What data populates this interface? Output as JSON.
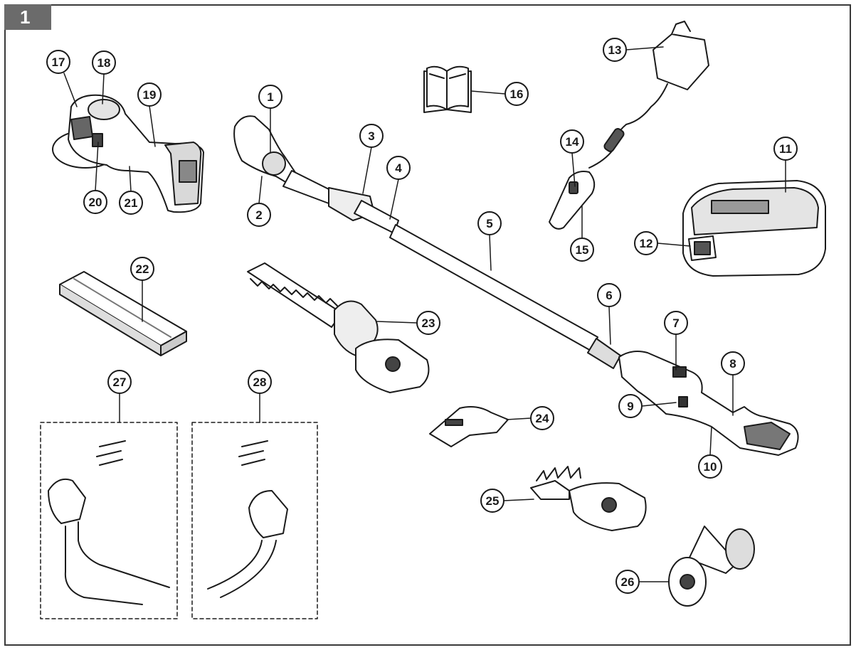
{
  "figure": {
    "number": "1"
  },
  "callouts": [
    "1",
    "2",
    "3",
    "4",
    "5",
    "6",
    "7",
    "8",
    "9",
    "10",
    "11",
    "12",
    "13",
    "14",
    "15",
    "16",
    "17",
    "18",
    "19",
    "20",
    "21",
    "22",
    "23",
    "24",
    "25",
    "26",
    "27",
    "28"
  ],
  "colors": {
    "ink": "#1a1a1a",
    "fill": "#ffffff",
    "shade": "#d9d9d9",
    "dark": "#8c8c8c",
    "tab": "#6b6b6b",
    "frame": "#3a3a3a"
  }
}
